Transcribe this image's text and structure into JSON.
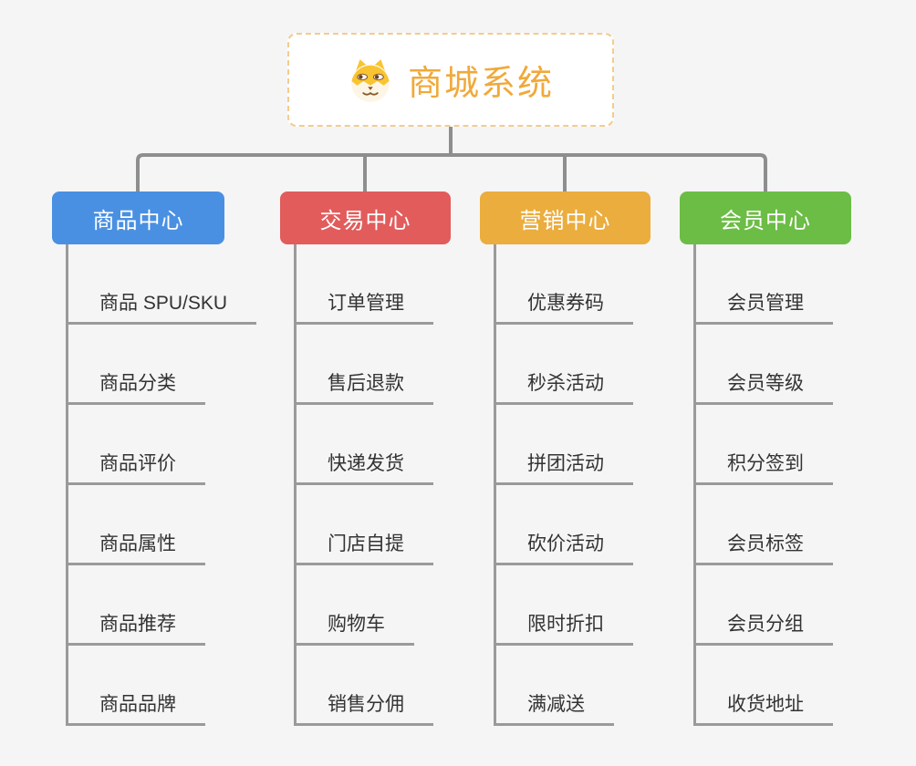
{
  "page": {
    "background": "#f5f5f5",
    "connector_color": "#8e8e8e",
    "line_color": "#9a9a9a"
  },
  "root": {
    "title": "商城系统",
    "icon": "shiba-dog-icon",
    "text_color": "#f0a93a",
    "border_color": "#f3cc8f"
  },
  "branches": [
    {
      "label": "商品中心",
      "color": "#4a90e2",
      "items": [
        "商品 SPU/SKU",
        "商品分类",
        "商品评价",
        "商品属性",
        "商品推荐",
        "商品品牌"
      ]
    },
    {
      "label": "交易中心",
      "color": "#e25c5c",
      "items": [
        "订单管理",
        "售后退款",
        "快递发货",
        "门店自提",
        "购物车",
        "销售分佣"
      ]
    },
    {
      "label": "营销中心",
      "color": "#ebad3d",
      "items": [
        "优惠券码",
        "秒杀活动",
        "拼团活动",
        "砍价活动",
        "限时折扣",
        "满减送"
      ]
    },
    {
      "label": "会员中心",
      "color": "#6cbd45",
      "items": [
        "会员管理",
        "会员等级",
        "积分签到",
        "会员标签",
        "会员分组",
        "收货地址"
      ]
    }
  ]
}
